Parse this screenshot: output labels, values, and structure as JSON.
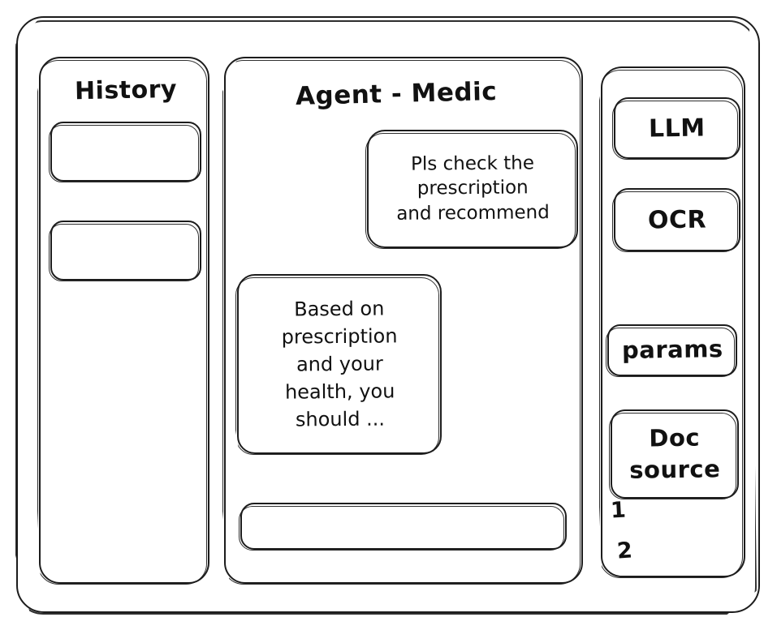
{
  "window": {
    "frame_label": "app-window"
  },
  "theme": {
    "stroke": "#1c1c1c",
    "background": "#ffffff",
    "text": "#111111"
  },
  "history_panel": {
    "title": "History",
    "items": [
      {
        "label": ""
      },
      {
        "label": ""
      }
    ]
  },
  "main_panel": {
    "title": "Agent - Medic",
    "messages": [
      {
        "role": "user",
        "text": "Pls check the\nprescription\nand recommend"
      },
      {
        "role": "agent",
        "text": "Based on\nprescription\nand your\nhealth, you\nshould ..."
      }
    ],
    "composer": {
      "value": "",
      "placeholder": ""
    }
  },
  "tools_panel": {
    "cards": [
      {
        "label": "LLM",
        "name": "llm"
      },
      {
        "label": "OCR",
        "name": "ocr"
      },
      {
        "label": "params",
        "name": "params"
      },
      {
        "label": "Doc\nsource",
        "name": "doc-source"
      }
    ],
    "sources": [
      {
        "label": "1"
      },
      {
        "label": "2"
      }
    ]
  }
}
